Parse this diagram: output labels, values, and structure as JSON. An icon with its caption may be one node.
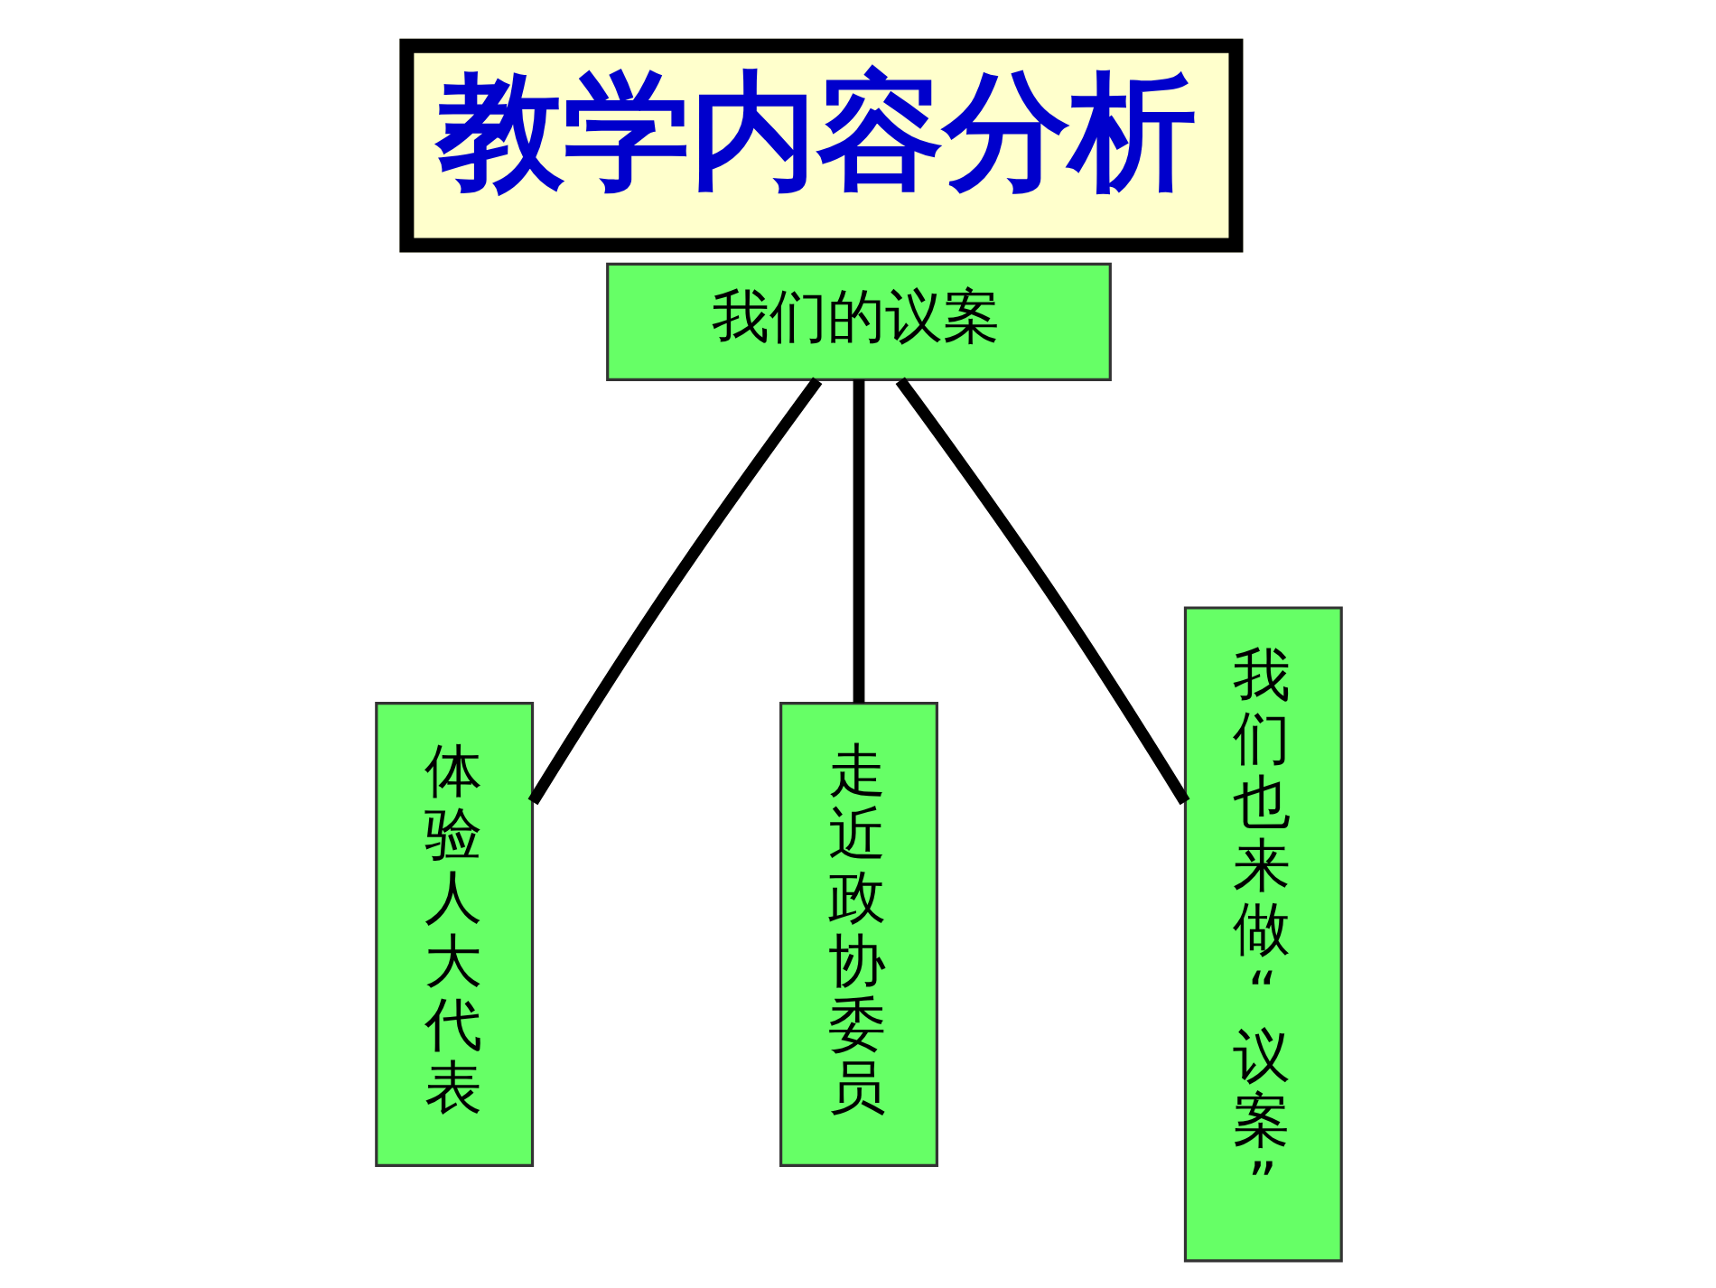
{
  "diagram": {
    "title": "教学内容分析",
    "nodes": [
      {
        "text": [
          "我们的议案"
        ]
      },
      {
        "text": [
          "体验人大代表"
        ]
      },
      {
        "text": [
          "走近政协委员"
        ]
      },
      {
        "text": [
          "我们也来做“议案”"
        ]
      }
    ],
    "edges": [
      {
        "from": 0,
        "to": 1,
        "arrow": "none"
      },
      {
        "from": 0,
        "to": 2,
        "arrow": "none"
      },
      {
        "from": 0,
        "to": 3,
        "arrow": "none"
      }
    ]
  }
}
